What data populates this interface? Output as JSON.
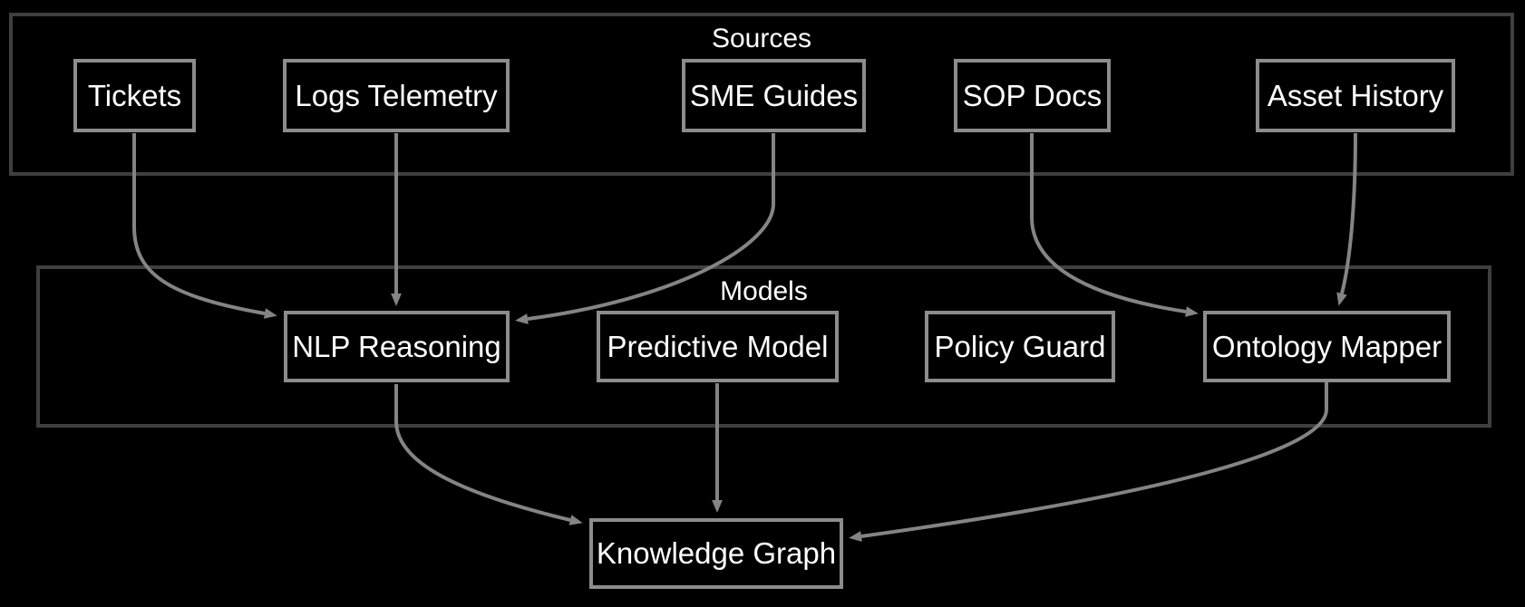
{
  "diagram": {
    "type": "flowchart",
    "background_color": "#000000",
    "text_color": "#ffffff",
    "cluster_border_color": "#3f3f3f",
    "node_border_color": "#8c8c8c",
    "edge_color": "#848484",
    "clusters": {
      "sources": {
        "label": "Sources"
      },
      "models": {
        "label": "Models"
      }
    },
    "nodes": {
      "tickets": {
        "label": "Tickets",
        "cluster": "Sources"
      },
      "logs_telemetry": {
        "label": "Logs Telemetry",
        "cluster": "Sources"
      },
      "sme_guides": {
        "label": "SME Guides",
        "cluster": "Sources"
      },
      "sop_docs": {
        "label": "SOP Docs",
        "cluster": "Sources"
      },
      "asset_history": {
        "label": "Asset History",
        "cluster": "Sources"
      },
      "nlp_reasoning": {
        "label": "NLP Reasoning",
        "cluster": "Models"
      },
      "predictive_model": {
        "label": "Predictive Model",
        "cluster": "Models"
      },
      "policy_guard": {
        "label": "Policy Guard",
        "cluster": "Models"
      },
      "ontology_mapper": {
        "label": "Ontology Mapper",
        "cluster": "Models"
      },
      "knowledge_graph": {
        "label": "Knowledge Graph",
        "cluster": null
      }
    },
    "edges": [
      {
        "from": "Tickets",
        "to": "NLP Reasoning"
      },
      {
        "from": "Logs Telemetry",
        "to": "NLP Reasoning"
      },
      {
        "from": "SME Guides",
        "to": "NLP Reasoning"
      },
      {
        "from": "SOP Docs",
        "to": "Ontology Mapper"
      },
      {
        "from": "Asset History",
        "to": "Ontology Mapper"
      },
      {
        "from": "NLP Reasoning",
        "to": "Knowledge Graph"
      },
      {
        "from": "Predictive Model",
        "to": "Knowledge Graph"
      },
      {
        "from": "Ontology Mapper",
        "to": "Knowledge Graph"
      }
    ]
  }
}
